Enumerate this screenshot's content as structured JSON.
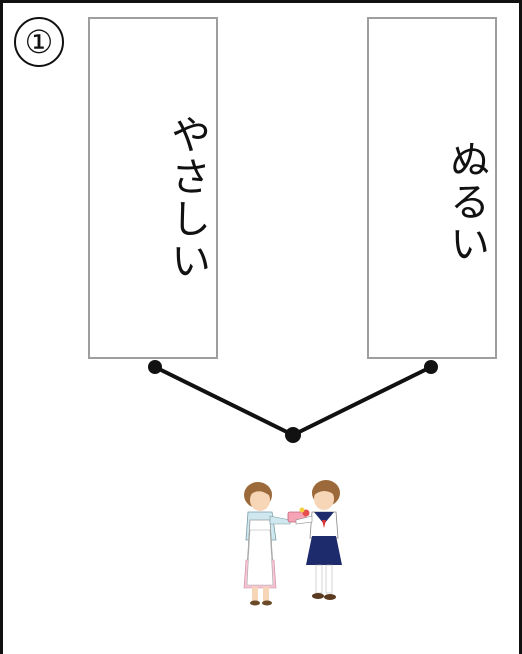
{
  "question": {
    "number": "①"
  },
  "cards": {
    "left_word": "やさしい",
    "right_word": "ぬるい"
  },
  "illustration": {
    "icon": "two-children-giving-gift"
  }
}
